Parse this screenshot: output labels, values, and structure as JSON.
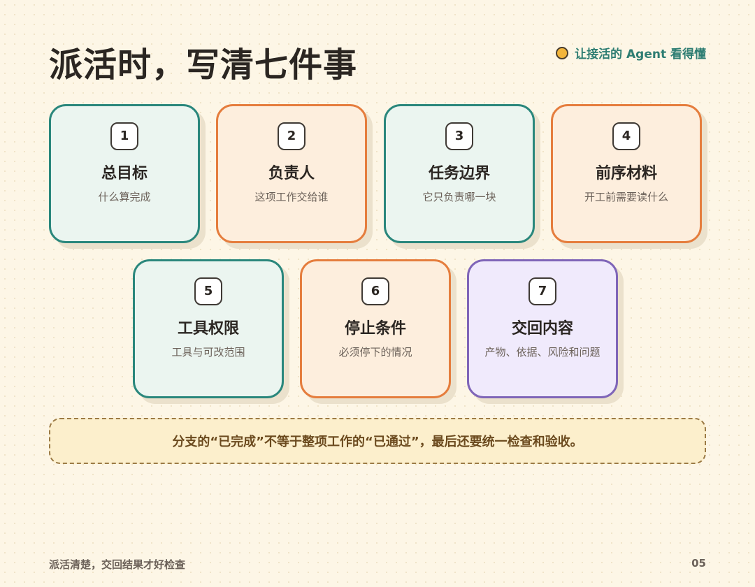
{
  "header": {
    "title": "派活时，写清七件事",
    "tag_label": "让接活的 Agent 看得懂"
  },
  "cards": [
    {
      "number": "1",
      "title": "总目标",
      "subtitle": "什么算完成",
      "theme": "teal"
    },
    {
      "number": "2",
      "title": "负责人",
      "subtitle": "这项工作交给谁",
      "theme": "orange"
    },
    {
      "number": "3",
      "title": "任务边界",
      "subtitle": "它只负责哪一块",
      "theme": "teal"
    },
    {
      "number": "4",
      "title": "前序材料",
      "subtitle": "开工前需要读什么",
      "theme": "orange"
    },
    {
      "number": "5",
      "title": "工具权限",
      "subtitle": "工具与可改范围",
      "theme": "teal"
    },
    {
      "number": "6",
      "title": "停止条件",
      "subtitle": "必须停下的情况",
      "theme": "orange"
    },
    {
      "number": "7",
      "title": "交回内容",
      "subtitle": "产物、依据、风险和问题",
      "theme": "purple"
    }
  ],
  "note": "分支的“已完成”不等于整项工作的“已通过”，最后还要统一检查和验收。",
  "footer": {
    "left": "派活清楚，交回结果才好检查",
    "page": "05"
  },
  "colors": {
    "background": "#fdf6e6",
    "teal": "#2a877c",
    "orange": "#e57d3d",
    "purple": "#7f65b8",
    "accent_dot": "#f2b53c",
    "tag_text": "#2d7d72"
  }
}
